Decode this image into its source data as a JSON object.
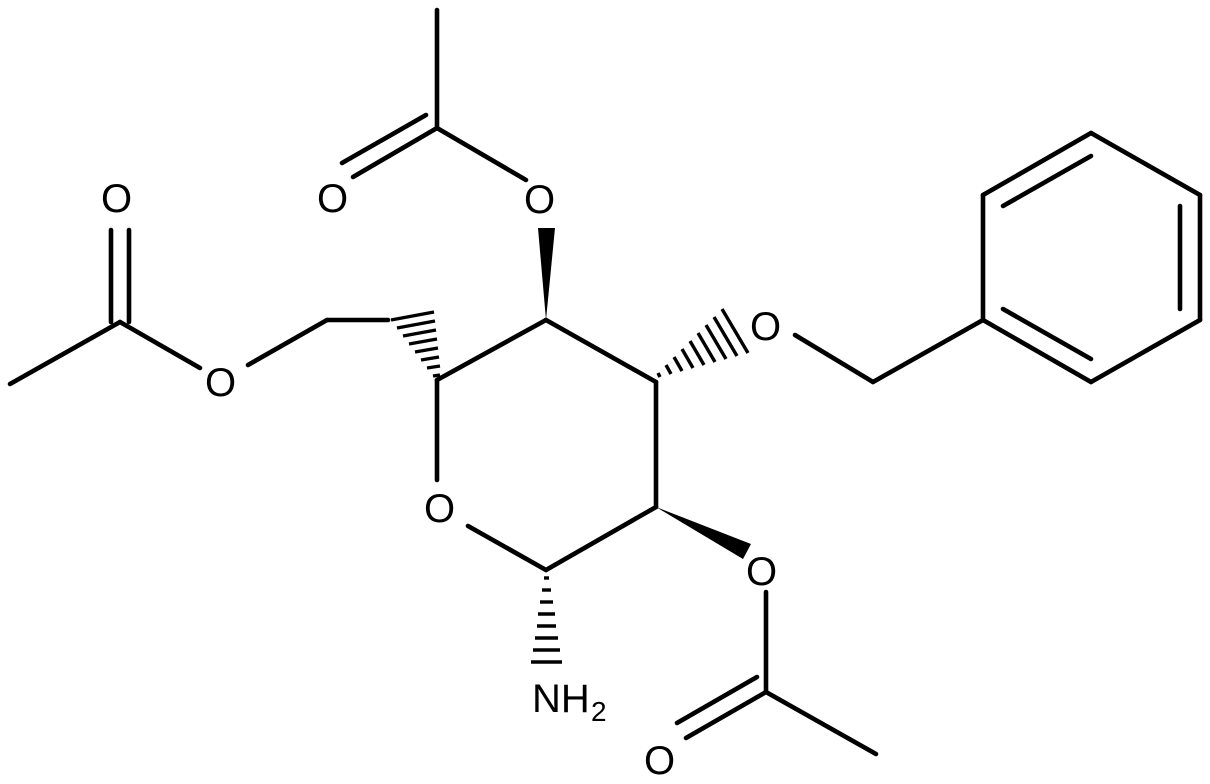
{
  "atoms": [
    {
      "id": "O_ring",
      "label": "O"
    },
    {
      "id": "O_acetyl4_link",
      "label": "O"
    },
    {
      "id": "O_acetyl4_carbonyl",
      "label": "O"
    },
    {
      "id": "O_benzyl",
      "label": "O"
    },
    {
      "id": "O_acetyl6_link",
      "label": "O"
    },
    {
      "id": "O_acetyl6_carbonyl",
      "label": "O"
    },
    {
      "id": "O_acetyl2_link",
      "label": "O"
    },
    {
      "id": "O_acetyl2_carbonyl",
      "label": "O"
    },
    {
      "id": "N_amine",
      "label": "NH",
      "subscript": "2"
    }
  ]
}
